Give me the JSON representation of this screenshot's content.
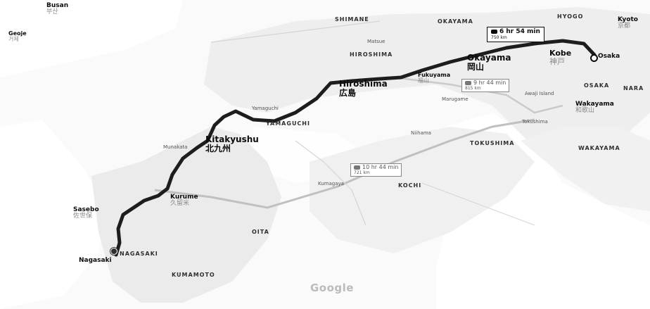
{
  "map": {
    "logo": "Google",
    "route": {
      "main_time": "6 hr 54 min",
      "main_dist": "750 km",
      "alt1_time": "9 hr 44 min",
      "alt1_dist": "815 km",
      "alt2_time": "10 hr 44 min",
      "alt2_dist": "721 km"
    },
    "prefectures": {
      "shimane": "SHIMANE",
      "okayama": "OKAYAMA",
      "hyogo": "HYOGO",
      "hiroshima": "HIROSHIMA",
      "yamaguchi": "YAMAGUCHI",
      "osaka": "OSAKA",
      "nara": "NARA",
      "tokushima": "TOKUSHIMA",
      "wakayama": "WAKAYAMA",
      "kochi": "KOCHI",
      "oita": "OITA",
      "nagasaki": "NAGASAKI",
      "kumamoto": "KUMAMOTO"
    },
    "cities": {
      "busan": {
        "en": "Busan",
        "jp": "부산"
      },
      "geoje": {
        "en": "Geoje",
        "jp": "거제"
      },
      "kyoto": {
        "en": "Kyoto",
        "jp": "京都"
      },
      "osaka": {
        "en": "Osaka",
        "jp": ""
      },
      "kobe": {
        "en": "Kobe",
        "jp": "神戸"
      },
      "okayama": {
        "en": "Okayama",
        "jp": "岡山"
      },
      "hiroshima": {
        "en": "Hiroshima",
        "jp": "広島"
      },
      "fukuyama": {
        "en": "Fukuyama",
        "jp": "福山"
      },
      "kitakyushu": {
        "en": "Kitakyushu",
        "jp": "北九州"
      },
      "kurume": {
        "en": "Kurume",
        "jp": "久留米"
      },
      "sasebo": {
        "en": "Sasebo",
        "jp": "佐世保"
      },
      "nagasaki": {
        "en": "Nagasaki",
        "jp": ""
      },
      "wakayama": {
        "en": "Wakayama",
        "jp": "和歌山"
      }
    },
    "towns": {
      "yamaguchi": "Yamaguchi",
      "munakata": "Munakata",
      "niihama": "Niihama",
      "marugame": "Marugame",
      "awaji": "Awaji Island",
      "tokushima": "Tokushima",
      "kumagaya": "Kumagaya",
      "matsue": "Matsue"
    }
  }
}
